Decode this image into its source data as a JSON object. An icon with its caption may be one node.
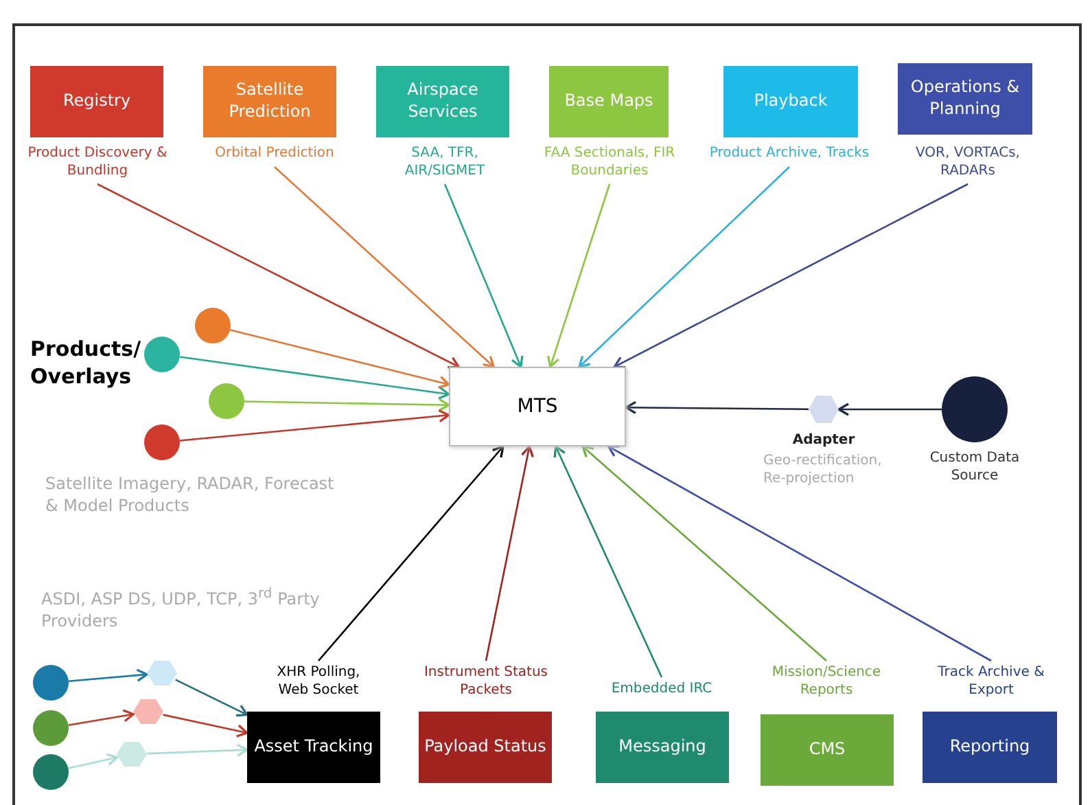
{
  "diagram": {
    "nodes": [
      {
        "text": [
          "Registry"
        ],
        "beside": [
          "Product Discovery & Bundling"
        ]
      },
      {
        "text": [
          "Satellite Prediction"
        ],
        "beside": [
          "Orbital Prediction"
        ]
      },
      {
        "text": [
          "Airspace Services"
        ],
        "beside": [
          "SAA, TFR, AIR/SIGMET"
        ]
      },
      {
        "text": [
          "Base Maps"
        ],
        "beside": [
          "FAA Sectionals, FIR Boundaries"
        ]
      },
      {
        "text": [
          "Playback"
        ],
        "beside": [
          "Product Archive, Tracks"
        ]
      },
      {
        "text": [
          "Operations & Planning"
        ],
        "beside": [
          "VOR, VORTACs, RADARs"
        ]
      },
      {
        "text": [
          "MTS"
        ]
      },
      {
        "text": [],
        "shape": "circle"
      },
      {
        "text": [],
        "shape": "circle"
      },
      {
        "text": [],
        "shape": "circle"
      },
      {
        "text": [],
        "shape": "circle"
      },
      {
        "text": [],
        "shape": "hexagon",
        "beside": [
          "Adapter",
          "Geo-rectification, Re-projection"
        ]
      },
      {
        "text": [],
        "shape": "circle",
        "beside": [
          "Custom Data Source"
        ]
      },
      {
        "text": [],
        "shape": "circle"
      },
      {
        "text": [],
        "shape": "circle"
      },
      {
        "text": [],
        "shape": "circle"
      },
      {
        "text": [],
        "shape": "hexagon"
      },
      {
        "text": [],
        "shape": "hexagon"
      },
      {
        "text": [],
        "shape": "hexagon"
      },
      {
        "text": [
          "Asset Tracking"
        ],
        "beside": [
          "XHR Polling, Web Socket"
        ]
      },
      {
        "text": [
          "Payload Status"
        ],
        "beside": [
          "Instrument Status Packets"
        ]
      },
      {
        "text": [
          "Messaging"
        ],
        "beside": [
          "Embedded IRC"
        ]
      },
      {
        "text": [
          "CMS"
        ],
        "beside": [
          "Mission/Science Reports"
        ]
      },
      {
        "text": [
          "Reporting"
        ],
        "beside": [
          "Track Archive & Export"
        ]
      }
    ],
    "edges": [
      {
        "from": 0,
        "to": 6,
        "arrow": "to",
        "color": "#c0392b"
      },
      {
        "from": 1,
        "to": 6,
        "arrow": "to",
        "color": "#e07b39"
      },
      {
        "from": 2,
        "to": 6,
        "arrow": "to",
        "color": "#25a88e"
      },
      {
        "from": 3,
        "to": 6,
        "arrow": "to",
        "color": "#8dc641"
      },
      {
        "from": 4,
        "to": 6,
        "arrow": "to",
        "color": "#2ab0dc"
      },
      {
        "from": 5,
        "to": 6,
        "arrow": "to",
        "color": "#3d4a8f"
      },
      {
        "from": 7,
        "to": 6,
        "arrow": "to",
        "color": "#e07b39"
      },
      {
        "from": 8,
        "to": 6,
        "arrow": "to",
        "color": "#25a88e"
      },
      {
        "from": 9,
        "to": 6,
        "arrow": "to",
        "color": "#8dc641"
      },
      {
        "from": 10,
        "to": 6,
        "arrow": "to",
        "color": "#c0392b"
      },
      {
        "from": 12,
        "to": 11,
        "arrow": "to",
        "color": "#1f2a44"
      },
      {
        "from": 11,
        "to": 6,
        "arrow": "to",
        "color": "#1f2a44"
      },
      {
        "from": 13,
        "to": 16,
        "arrow": "to",
        "color": "#1a7aa8"
      },
      {
        "from": 14,
        "to": 17,
        "arrow": "to",
        "color": "#c0392b"
      },
      {
        "from": 15,
        "to": 18,
        "arrow": "to",
        "color": "#a8ddd5"
      },
      {
        "from": 16,
        "to": 19,
        "arrow": "to",
        "color": "#2a6f80"
      },
      {
        "from": 17,
        "to": 19,
        "arrow": "to",
        "color": "#c0392b"
      },
      {
        "from": 18,
        "to": 19,
        "arrow": "to",
        "color": "#a8ddd5"
      },
      {
        "from": 19,
        "to": 6,
        "arrow": "to",
        "color": "#000000"
      },
      {
        "from": 20,
        "to": 6,
        "arrow": "to",
        "color": "#a0231f"
      },
      {
        "from": 21,
        "to": 6,
        "arrow": "to",
        "color": "#1f8a6e"
      },
      {
        "from": 22,
        "to": 6,
        "arrow": "to",
        "color": "#6aa93a"
      },
      {
        "from": 23,
        "to": 6,
        "arrow": "to",
        "color": "#3d4fa8"
      }
    ],
    "labels": [
      "Products/ Overlays",
      "Satellite Imagery, RADAR, Forecast & Model Products",
      "ASDI, ASP DS, UDP, TCP, 3$^{rd}$ Party Providers"
    ]
  }
}
